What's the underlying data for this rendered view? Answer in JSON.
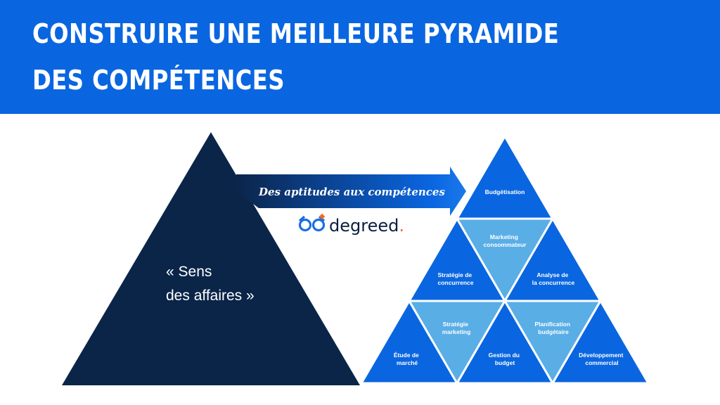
{
  "header": {
    "title_line1": "CONSTRUIRE UNE MEILLEURE PYRAMIDE",
    "title_line2": "DES COMPÉTENCES"
  },
  "big_pyramid": {
    "line1": "« Sens",
    "line2": "des affaires »"
  },
  "arrow": {
    "label": "Des aptitudes aux compétences"
  },
  "logo": {
    "text": "degreed",
    "dot": ".",
    "icon": "glasses-icon"
  },
  "skills": {
    "budgetisation": [
      "Budgétisation"
    ],
    "marketing_consommateur": [
      "Marketing",
      "consommateur"
    ],
    "strategie_concurrence": [
      "Stratégie de",
      "concurrence"
    ],
    "analyse_concurrence": [
      "Analyse de",
      "la concurrence"
    ],
    "strategie_marketing": [
      "Stratégie",
      "marketing"
    ],
    "planification_budgetaire": [
      "Planification",
      "budgétaire"
    ],
    "etude_marche": [
      "Étude de",
      "marché"
    ],
    "gestion_budget": [
      "Gestion du",
      "budget"
    ],
    "developpement_commercial": [
      "Développement",
      "commercial"
    ]
  },
  "colors": {
    "header_blue": "#0a66e0",
    "navy": "#0b2549",
    "tile_blue": "#0a66e0",
    "tile_light": "#5aaee6",
    "logo_orange": "#f26a22"
  }
}
